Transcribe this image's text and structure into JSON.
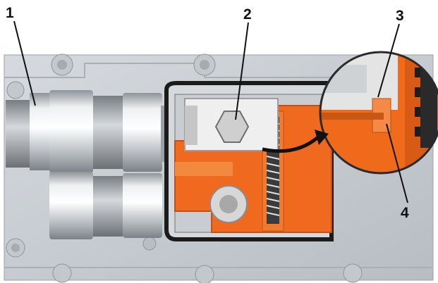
{
  "callouts": [
    "1",
    "2",
    "3",
    "4"
  ],
  "colors": {
    "housing": "#c7ccd1",
    "housing_light": "#dde1e5",
    "orange": "#ef6a1e",
    "orange_dark": "#c64f12",
    "seal": "#1b1b1b",
    "metal": "#e6e6e6",
    "leader": "#111111",
    "arrow": "#111111"
  },
  "icons": [
    "connector-icon",
    "hex-bolt-icon",
    "terminal-icon",
    "arrow-icon"
  ]
}
